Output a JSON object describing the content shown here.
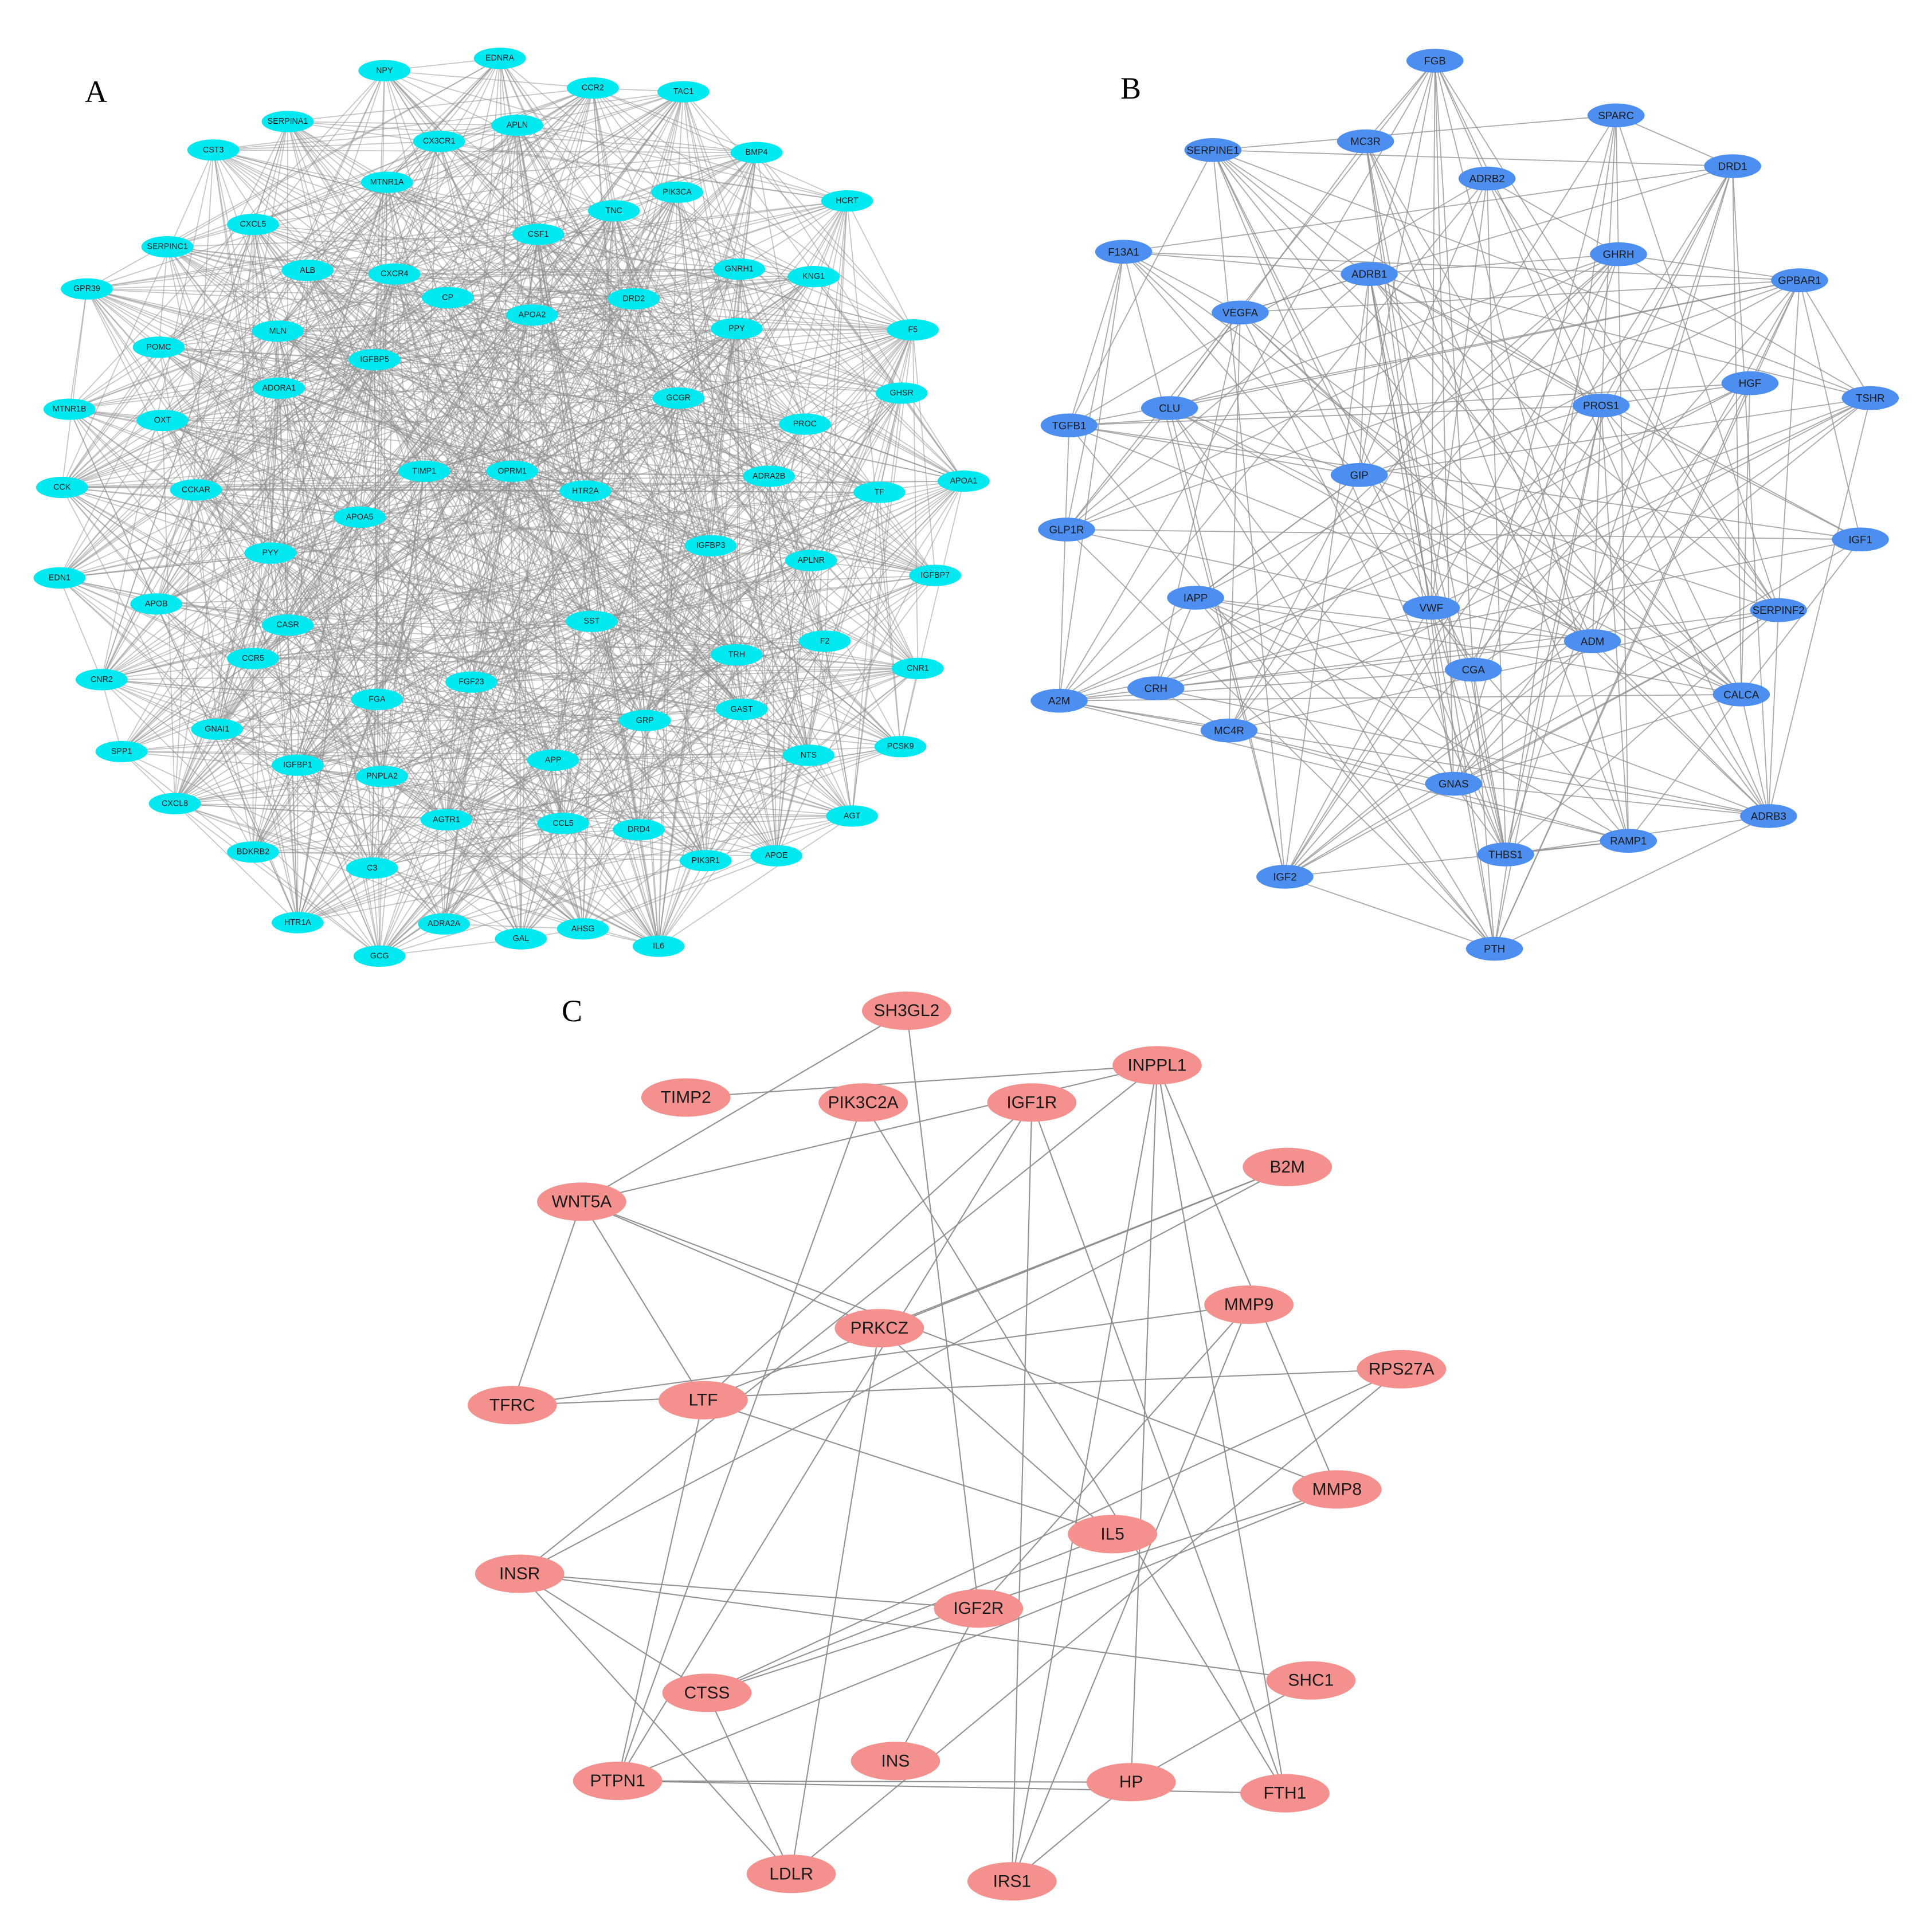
{
  "colors": {
    "A": "#00e8f0",
    "B": "#4d8ff0",
    "C": "#f4908d",
    "edge": "#8c8c8c"
  },
  "panels": [
    {
      "id": "A",
      "label": "A",
      "nodes": [
        "NPY",
        "EDNRA",
        "CCR2",
        "TAC1",
        "SERPINA1",
        "APLN",
        "CX3CR1",
        "CST3",
        "BMP4",
        "MTNR1A",
        "PIK3CA",
        "HCRT",
        "TNC",
        "CXCL5",
        "CSF1",
        "SERPINC1",
        "ALB",
        "CXCR4",
        "GNRH1",
        "KNG1",
        "GPR39",
        "CP",
        "APOA2",
        "DRD2",
        "PPY",
        "F5",
        "MLN",
        "POMC",
        "IGFBP5",
        "ADORA1",
        "GHSR",
        "GCGR",
        "MTNR1B",
        "OXT",
        "PROC",
        "TIMP1",
        "OPRM1",
        "ADRA2B",
        "APOA1",
        "CCK",
        "CCKAR",
        "HTR2A",
        "TF",
        "APOA5",
        "IGFBP3",
        "PYY",
        "APLNR",
        "IGFBP7",
        "EDN1",
        "APOB",
        "CASR",
        "SST",
        "F2",
        "TRH",
        "CCR5",
        "CNR1",
        "CNR2",
        "FGA",
        "FGF23",
        "GAST",
        "GRP",
        "GNAI1",
        "PCSK9",
        "SPP1",
        "NTS",
        "APP",
        "IGFBP1",
        "PNPLA2",
        "CXCL8",
        "AGTR1",
        "AGT",
        "CCL5",
        "DRD4",
        "BDKRB2",
        "APOE",
        "PIK3R1",
        "C3",
        "HTR1A",
        "ADRA2A",
        "AHSG",
        "GAL",
        "IL6",
        "GCG"
      ]
    },
    {
      "id": "B",
      "label": "B",
      "nodes": [
        "FGB",
        "SPARC",
        "MC3R",
        "SERPINE1",
        "ADRB2",
        "DRD1",
        "F13A1",
        "GHRH",
        "ADRB1",
        "GPBAR1",
        "VEGFA",
        "HGF",
        "TSHR",
        "CLU",
        "TGFB1",
        "PROS1",
        "GIP",
        "IGF1",
        "GLP1R",
        "IAPP",
        "VWF",
        "SERPINF2",
        "ADM",
        "CGA",
        "CRH",
        "A2M",
        "CALCA",
        "MC4R",
        "GNAS",
        "ADRB3",
        "RAMP1",
        "THBS1",
        "IGF2",
        "PTH"
      ]
    },
    {
      "id": "C",
      "label": "C",
      "nodes": [
        "SH3GL2",
        "INPPL1",
        "TIMP2",
        "PIK3C2A",
        "IGF1R",
        "B2M",
        "WNT5A",
        "MMP9",
        "PRKCZ",
        "RPS27A",
        "TFRC",
        "LTF",
        "MMP8",
        "IL5",
        "INSR",
        "IGF2R",
        "SHC1",
        "CTSS",
        "INS",
        "PTPN1",
        "HP",
        "FTH1",
        "LDLR",
        "IRS1"
      ]
    }
  ]
}
